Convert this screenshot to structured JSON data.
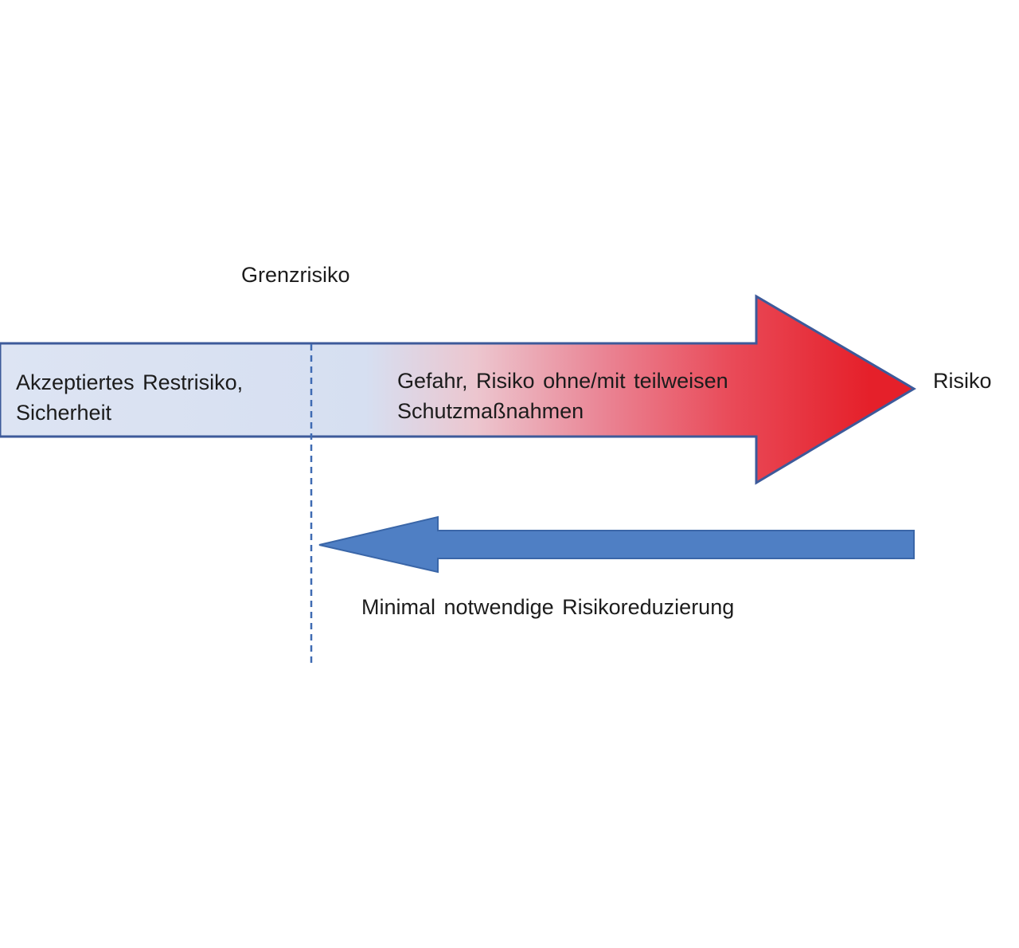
{
  "labels": {
    "threshold": "Grenzrisiko",
    "axis": "Risiko",
    "accepted_zone": [
      "Akzeptiertes Restrisiko,",
      "Sicherheit"
    ],
    "danger_zone": [
      "Gefahr, Risiko ohne/mit teilweisen",
      "Schutzmaßnahmen"
    ],
    "reduction": "Minimal notwendige Risikoreduzierung"
  },
  "colors": {
    "outline": "#3d5a9a",
    "light_fill": "#dfe6f4",
    "danger_fill": "#e8202a",
    "reduction_arrow": "#4f7fc4",
    "reduction_outline": "#3a66a8",
    "dashed_line": "#3f6bb3"
  }
}
